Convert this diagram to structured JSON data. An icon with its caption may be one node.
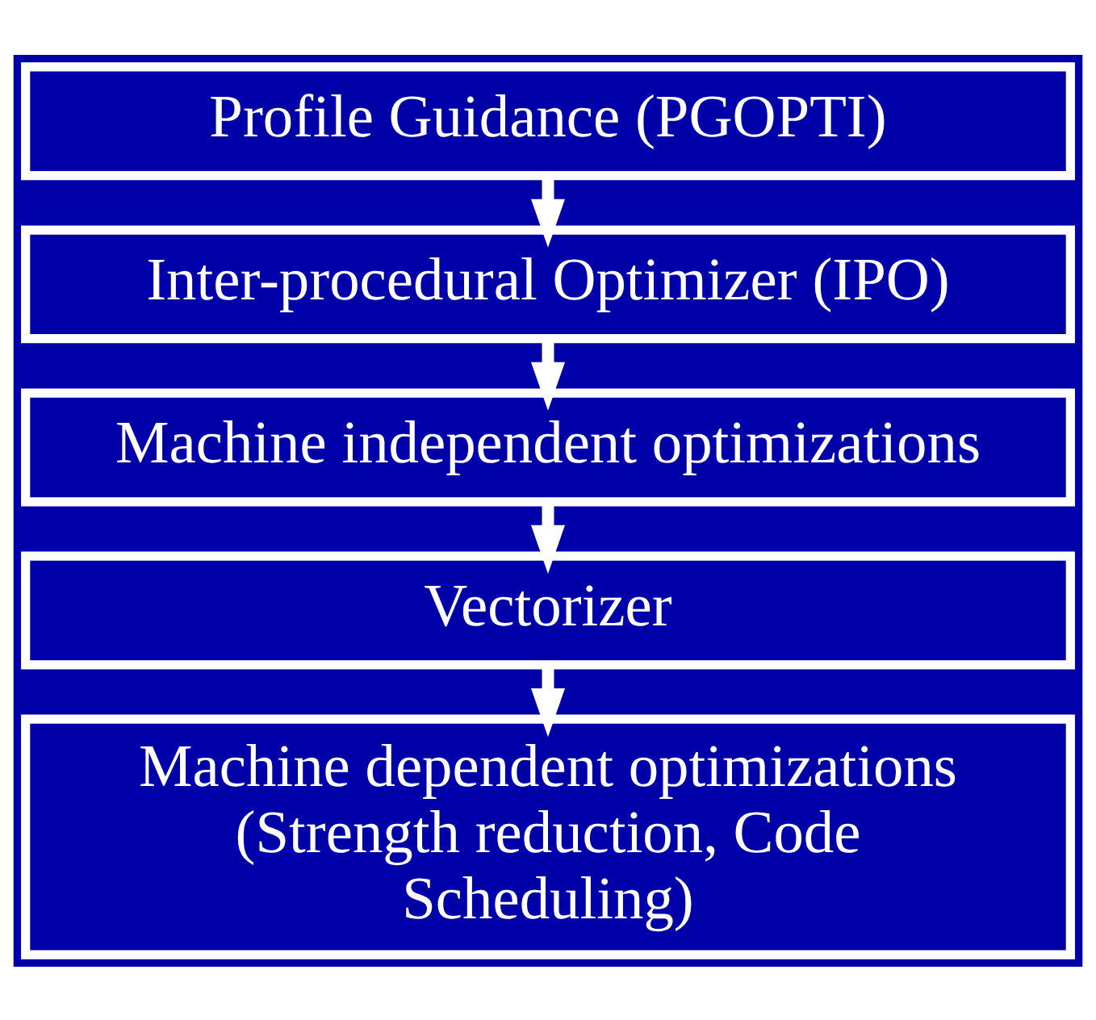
{
  "diagram": {
    "nodes": [
      {
        "text": [
          "Profile Guidance (PGOPTI)"
        ]
      },
      {
        "text": [
          "Inter-procedural Optimizer (IPO)"
        ]
      },
      {
        "text": [
          "Machine independent optimizations"
        ]
      },
      {
        "text": [
          "Vectorizer"
        ]
      },
      {
        "text": [
          "Machine dependent optimizations (Strength reduction, Code Scheduling)"
        ]
      }
    ],
    "edges": [
      {
        "from": 0,
        "to": 1,
        "arrow": "to"
      },
      {
        "from": 1,
        "to": 2,
        "arrow": "to"
      },
      {
        "from": 2,
        "to": 3,
        "arrow": "to"
      },
      {
        "from": 3,
        "to": 4,
        "arrow": "to"
      }
    ]
  }
}
